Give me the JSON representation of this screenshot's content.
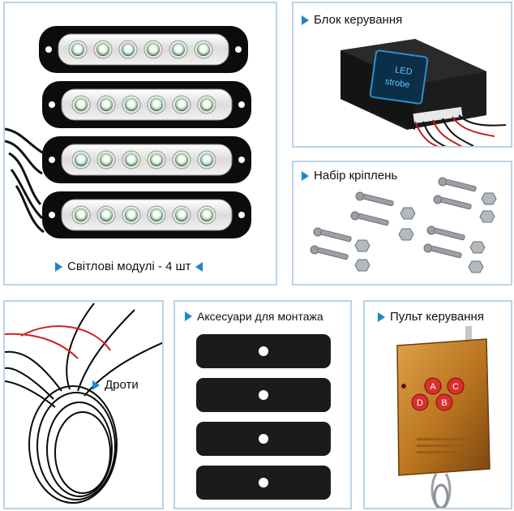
{
  "panels": {
    "lights": {
      "caption": "Світлові модулі - 4 шт",
      "module_count": 4,
      "leds_per_module": 6
    },
    "control_unit": {
      "title": "Блок керування",
      "label_line1": "LED",
      "label_line2": "strobe"
    },
    "fasteners": {
      "title": "Набір кріплень"
    },
    "wires": {
      "title": "Дроти"
    },
    "accessories": {
      "title": "Аксесуари для монтажа",
      "pad_count": 4
    },
    "remote": {
      "title": "Пульт керування",
      "buttons": [
        "A",
        "C",
        "D",
        "B"
      ]
    }
  },
  "colors": {
    "accent": "#1f86c8",
    "panel_border": "#bcd3e6",
    "remote_body": "#b8731e",
    "button_red": "#d8302e"
  }
}
